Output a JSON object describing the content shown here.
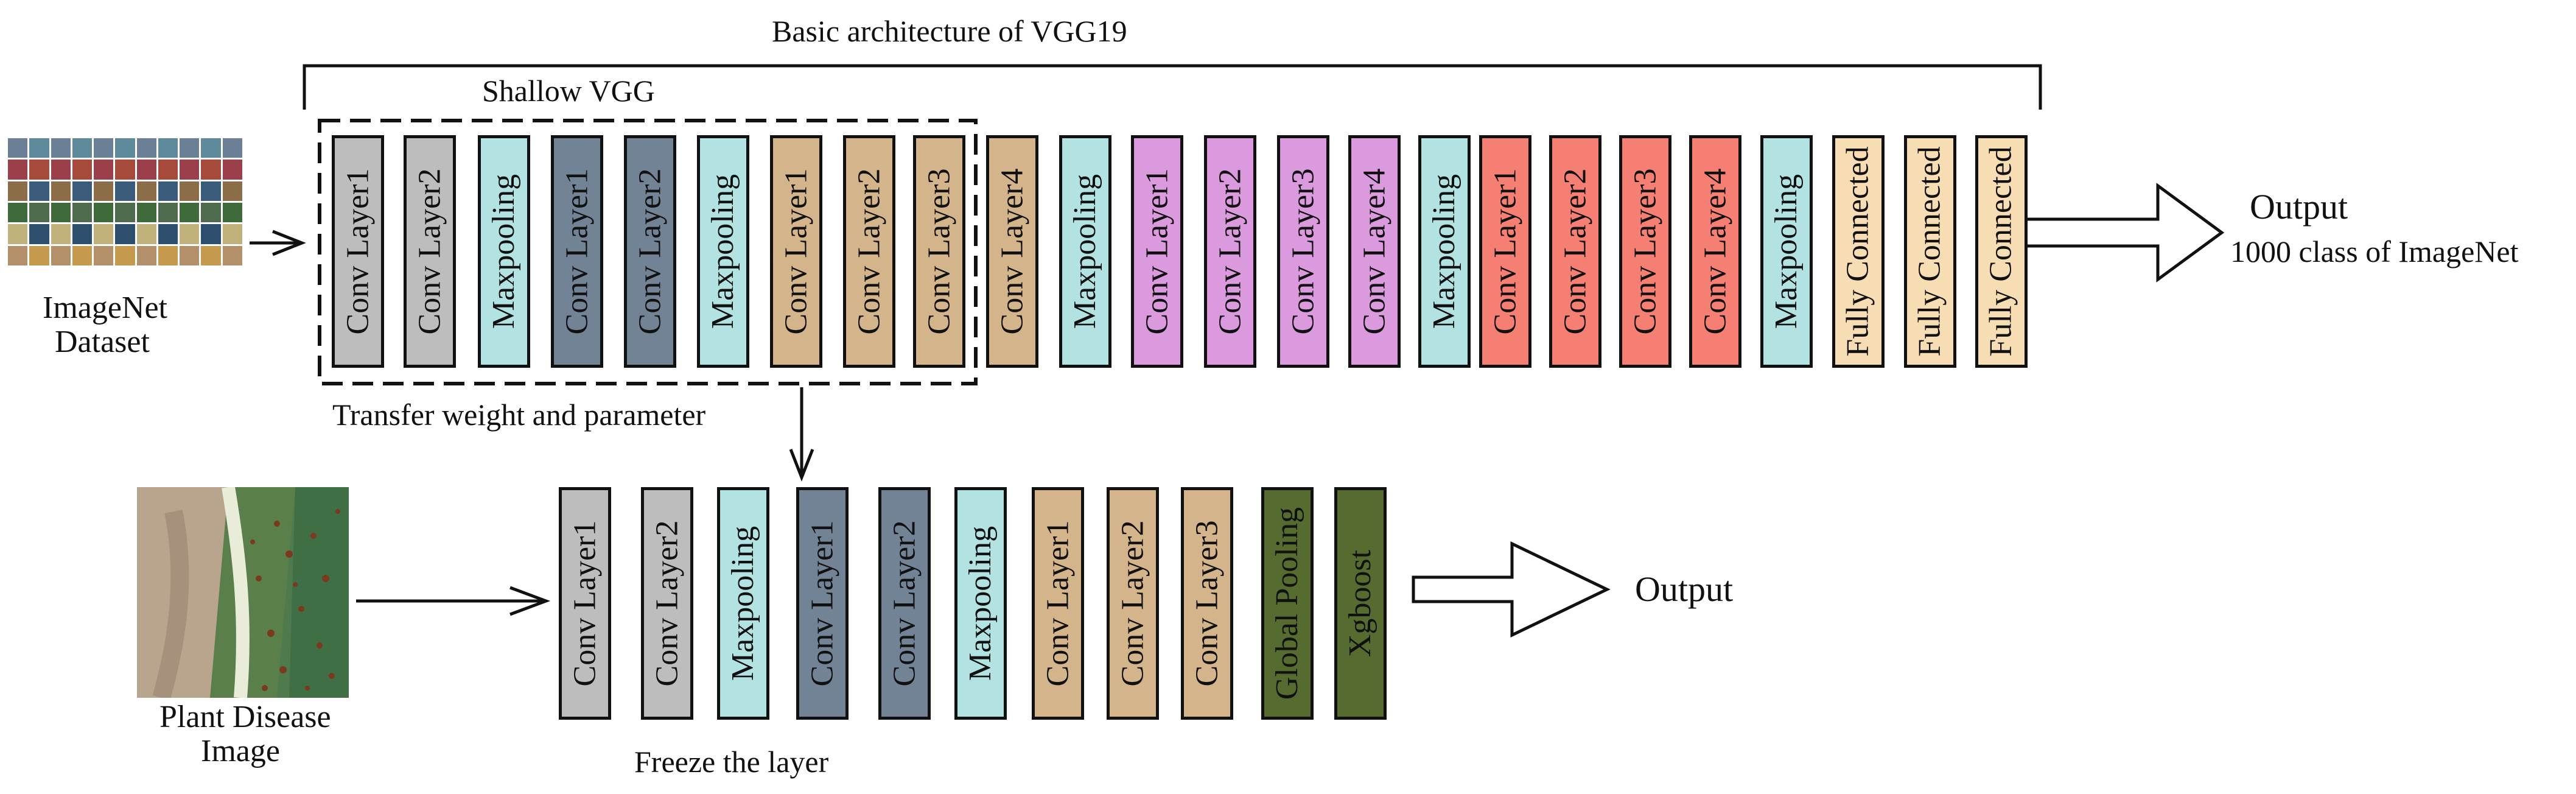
{
  "title": "Basic architecture of VGG19",
  "shallow_label": "Shallow VGG",
  "transfer_label": "Transfer weight and parameter",
  "freeze_label": "Freeze the layer",
  "top_input": {
    "line1": "ImageNet",
    "line2": "Dataset"
  },
  "top_output": {
    "label": "Output",
    "sublabel": "1000 class of ImageNet"
  },
  "bottom_input": {
    "line1": "Plant Disease",
    "line2": "Image"
  },
  "bottom_output": {
    "label": "Output"
  },
  "colors": {
    "conv1": "#bdbdbd",
    "conv2": "#738396",
    "conv3": "#d4b48b",
    "conv4": "#dc9ade",
    "conv5": "#f57f72",
    "pool": "#b3e2e3",
    "fc": "#f7ddb3",
    "head": "#556b2f"
  },
  "top_layers": [
    {
      "label": "Conv Layer1",
      "color": "#bdbdbd"
    },
    {
      "label": "Conv Layer2",
      "color": "#bdbdbd"
    },
    {
      "label": "Maxpooling",
      "color": "#b3e2e3"
    },
    {
      "label": "Conv Layer1",
      "color": "#738396"
    },
    {
      "label": "Conv Layer2",
      "color": "#738396"
    },
    {
      "label": "Maxpooling",
      "color": "#b3e2e3"
    },
    {
      "label": "Conv Layer1",
      "color": "#d4b48b"
    },
    {
      "label": "Conv Layer2",
      "color": "#d4b48b"
    },
    {
      "label": "Conv Layer3",
      "color": "#d4b48b"
    },
    {
      "label": "Conv Layer4",
      "color": "#d4b48b"
    },
    {
      "label": "Maxpooling",
      "color": "#b3e2e3"
    },
    {
      "label": "Conv Layer1",
      "color": "#dc9ade"
    },
    {
      "label": "Conv Layer2",
      "color": "#dc9ade"
    },
    {
      "label": "Conv Layer3",
      "color": "#dc9ade"
    },
    {
      "label": "Conv Layer4",
      "color": "#dc9ade"
    },
    {
      "label": "Maxpooling",
      "color": "#b3e2e3"
    },
    {
      "label": "Conv Layer1",
      "color": "#f57f72"
    },
    {
      "label": "Conv Layer2",
      "color": "#f57f72"
    },
    {
      "label": "Conv Layer3",
      "color": "#f57f72"
    },
    {
      "label": "Conv Layer4",
      "color": "#f57f72"
    },
    {
      "label": "Maxpooling",
      "color": "#b3e2e3"
    },
    {
      "label": "Fully Connected",
      "color": "#f7ddb3"
    },
    {
      "label": "Fully Connected",
      "color": "#f7ddb3"
    },
    {
      "label": "Fully Connected",
      "color": "#f7ddb3"
    }
  ],
  "bottom_layers": [
    {
      "label": "Conv Layer1",
      "color": "#bdbdbd"
    },
    {
      "label": "Conv Layer2",
      "color": "#bdbdbd"
    },
    {
      "label": "Maxpooling",
      "color": "#b3e2e3"
    },
    {
      "label": "Conv Layer1",
      "color": "#738396"
    },
    {
      "label": "Conv Layer2",
      "color": "#738396"
    },
    {
      "label": "Maxpooling",
      "color": "#b3e2e3"
    },
    {
      "label": "Conv Layer1",
      "color": "#d4b48b"
    },
    {
      "label": "Conv Layer2",
      "color": "#d4b48b"
    },
    {
      "label": "Conv Layer3",
      "color": "#d4b48b"
    },
    {
      "label": "Global Pooling",
      "color": "#556b2f"
    },
    {
      "label": "Xgboost",
      "color": "#556b2f"
    }
  ]
}
